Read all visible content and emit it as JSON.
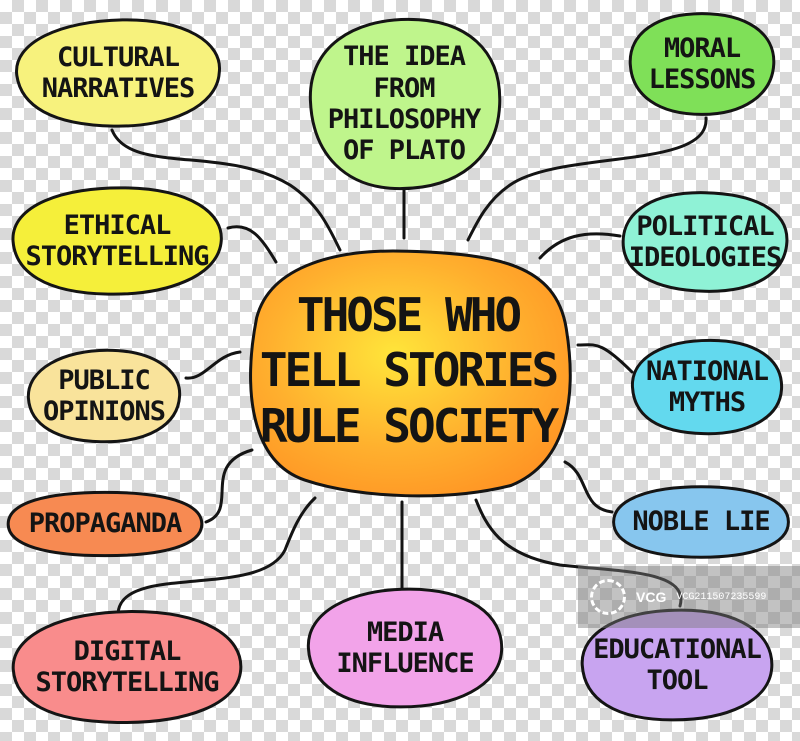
{
  "center": {
    "label": "THOSE WHO\nTELL STORIES\nRULE SOCIETY",
    "color": "#ffb02e"
  },
  "nodes": [
    {
      "id": "cultural-narratives",
      "label": "CULTURAL\nNARRATIVES",
      "color": "#f7f27d"
    },
    {
      "id": "idea-from-plato",
      "label": "THE IDEA\nFROM\nPHILOSOPHY\nOF PLATO",
      "color": "#bff58c"
    },
    {
      "id": "moral-lessons",
      "label": "MORAL\nLESSONS",
      "color": "#7fe058"
    },
    {
      "id": "ethical-storytelling",
      "label": "ETHICAL\nSTORYTELLING",
      "color": "#f5ef3a"
    },
    {
      "id": "political-ideologies",
      "label": "POLITICAL\nIDEOLOGIES",
      "color": "#8ff2d6"
    },
    {
      "id": "public-opinions",
      "label": "PUBLIC\nOPINIONS",
      "color": "#f9e39b"
    },
    {
      "id": "national-myths",
      "label": "NATIONAL\nMYTHS",
      "color": "#63d9ee"
    },
    {
      "id": "propaganda",
      "label": "PROPAGANDA",
      "color": "#f78a52"
    },
    {
      "id": "noble-lie",
      "label": "NOBLE LIE",
      "color": "#87c6ee"
    },
    {
      "id": "digital-storytelling",
      "label": "DIGITAL\nSTORYTELLING",
      "color": "#f98c8c"
    },
    {
      "id": "media-influence",
      "label": "MEDIA\nINFLUENCE",
      "color": "#f2a3e9"
    },
    {
      "id": "educational-tool",
      "label": "EDUCATIONAL\nTOOL",
      "color": "#c8a4f0"
    }
  ],
  "watermark": {
    "logo": "VCG",
    "id": "VCG211507235599"
  }
}
